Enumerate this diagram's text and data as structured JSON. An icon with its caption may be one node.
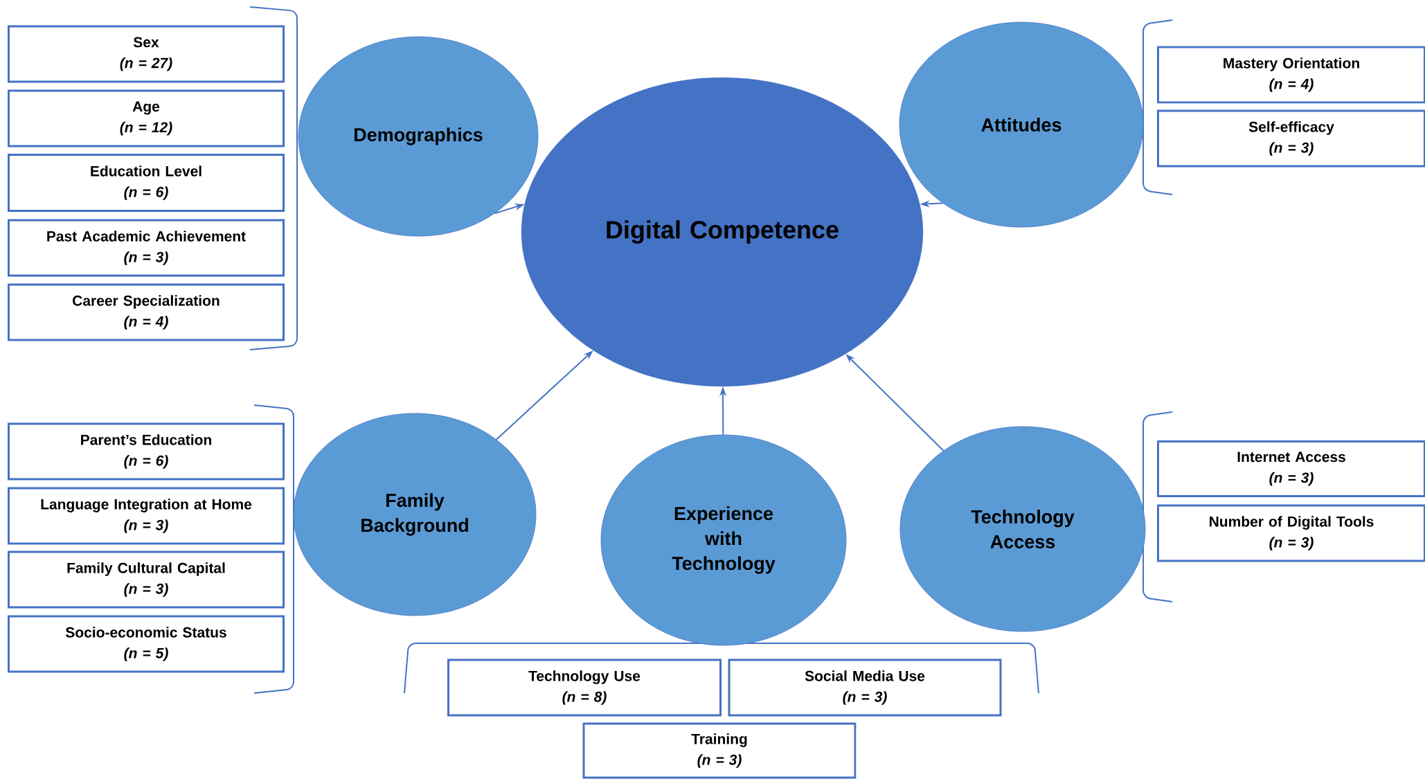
{
  "diagram": {
    "nodes": [
      {
        "text": [
          "Digital Competence"
        ]
      },
      {
        "text": [
          "Demographics"
        ]
      },
      {
        "text": [
          "Attitudes"
        ]
      },
      {
        "text": [
          "Family Background"
        ]
      },
      {
        "text": [
          "Experience with Technology"
        ]
      },
      {
        "text": [
          "Technology Access"
        ]
      },
      {
        "text": [
          "Sex",
          "(n =  27)"
        ]
      },
      {
        "text": [
          "Age",
          "(n =  12)"
        ]
      },
      {
        "text": [
          "Education Level",
          "(n =  6)"
        ]
      },
      {
        "text": [
          "Past Academic Achievement",
          "(n =  3)"
        ]
      },
      {
        "text": [
          "Career Specialization",
          "(n =  4)"
        ]
      },
      {
        "text": [
          "Mastery Orientation",
          "(n =  4)"
        ]
      },
      {
        "text": [
          "Self-efficacy",
          "(n =  3)"
        ]
      },
      {
        "text": [
          "Parent’s Education",
          "(n =  6)"
        ]
      },
      {
        "text": [
          "Language Integration at Home",
          "(n =  3)"
        ]
      },
      {
        "text": [
          "Family Cultural Capital",
          "(n =  3)"
        ]
      },
      {
        "text": [
          "Socio-economic Status",
          "(n =  5)"
        ]
      },
      {
        "text": [
          "Internet Access",
          "(n =  3)"
        ]
      },
      {
        "text": [
          "Number of Digital Tools",
          "(n =  3)"
        ]
      },
      {
        "text": [
          "Technology Use",
          "(n =  8)"
        ]
      },
      {
        "text": [
          "Social Media Use",
          "(n =  3)"
        ]
      },
      {
        "text": [
          "Training",
          "(n =  3)"
        ]
      }
    ],
    "edges": [
      {
        "from": 1,
        "to": 0,
        "arrow": "to"
      },
      {
        "from": 2,
        "to": 0,
        "arrow": "to"
      },
      {
        "from": 3,
        "to": 0,
        "arrow": "to"
      },
      {
        "from": 4,
        "to": 0,
        "arrow": "to"
      },
      {
        "from": 5,
        "to": 0,
        "arrow": "to"
      }
    ]
  }
}
